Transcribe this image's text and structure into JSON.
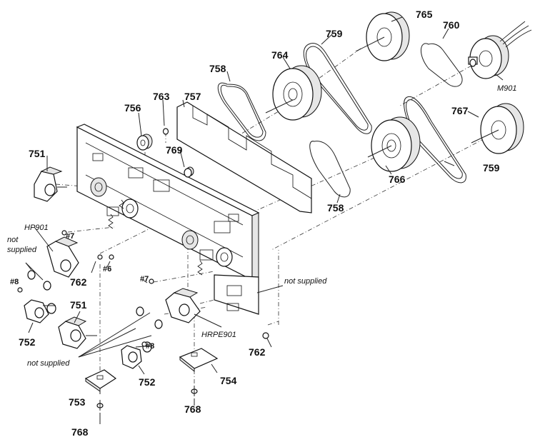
{
  "diagram": {
    "part_numbers": {
      "p751a": "751",
      "p751b": "751",
      "p752a": "752",
      "p752b": "752",
      "p753": "753",
      "p754": "754",
      "p756": "756",
      "p757": "757",
      "p758a": "758",
      "p758b": "758",
      "p759a": "759",
      "p759b": "759",
      "p760": "760",
      "p762a": "762",
      "p762b": "762",
      "p763": "763",
      "p764": "764",
      "p765": "765",
      "p766": "766",
      "p767": "767",
      "p768a": "768",
      "p768b": "768",
      "p769": "769"
    },
    "screws": {
      "s7a": "#7",
      "s7b": "#7",
      "s6": "#6",
      "s8a": "#8",
      "s8b": "#8"
    },
    "refs": {
      "hp901": "HP901",
      "hrpe901": "HRPE901",
      "m901": "M901"
    },
    "notes": {
      "ns_left_1": "not",
      "ns_left_2": "supplied",
      "ns_right": "not supplied",
      "ns_bottom": "not supplied"
    }
  }
}
